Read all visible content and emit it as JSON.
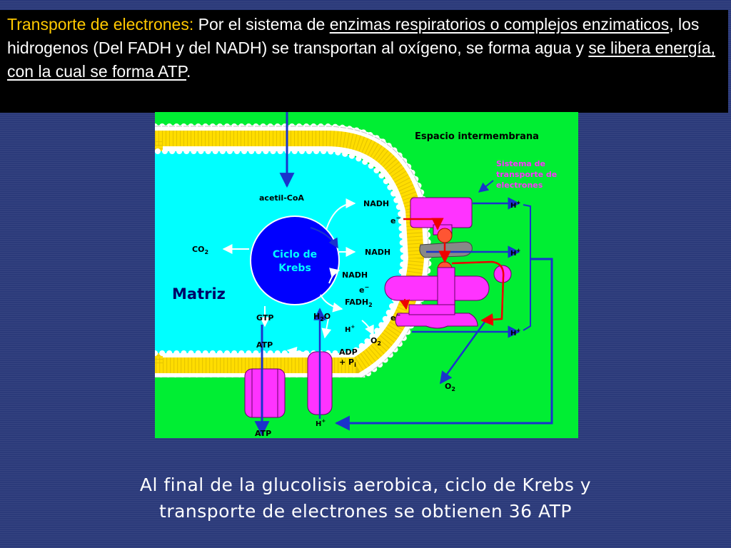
{
  "intro": {
    "heading": "Transporte de electrones:",
    "t1": " Por el sistema de ",
    "link1": "enzimas respiratorios o complejos enzimaticos",
    "t2": ", los hidrogenos (Del FADH y del NADH) se transportan al oxígeno, se forma agua y ",
    "link2": "se libera energía, con la cual se forma ATP",
    "t3": "."
  },
  "diagram": {
    "space_label": "Espacio intermembrana",
    "system_label": [
      "Sistema de",
      "transporte de",
      "electrones"
    ],
    "matrix_label": "Matriz",
    "krebs_label": [
      "Ciclo de",
      "Krebs"
    ],
    "acetyl_coa": "acetil-CoA",
    "co2": "CO",
    "co2_sub": "2",
    "nadh_1": "NADH",
    "nadh_2": "NADH",
    "nadh_3": "NADH",
    "e_1": "e",
    "e_2": "e",
    "e_3": "e",
    "e_sup": "−",
    "fadh": "FADH",
    "fadh_sub": "2",
    "gtp": "GTP",
    "atp_1": "ATP",
    "atp_2": "ATP",
    "h2o": "H",
    "h2o_sub": "2",
    "h2o_end": "O",
    "h_plus": "H",
    "h_sup": "+",
    "o2": "O",
    "o2_sub": "2",
    "adp": "ADP",
    "pi": "+ P",
    "pi_sub": "i",
    "colors": {
      "background": "#00ee33",
      "matrix": "#00ffff",
      "membrane_head": "#ffffff",
      "membrane_tail": "#ffdd00",
      "complex": "#ff33ff",
      "carrier": "#ff5533",
      "krebs": "#0000ff",
      "arrow_blue": "#1a33cc",
      "arrow_red": "#ee0000"
    }
  },
  "summary": {
    "line1": "Al final de la glucolisis aerobica, ciclo de Krebs y",
    "line2": "transporte de electrones se obtienen 36 ATP"
  }
}
